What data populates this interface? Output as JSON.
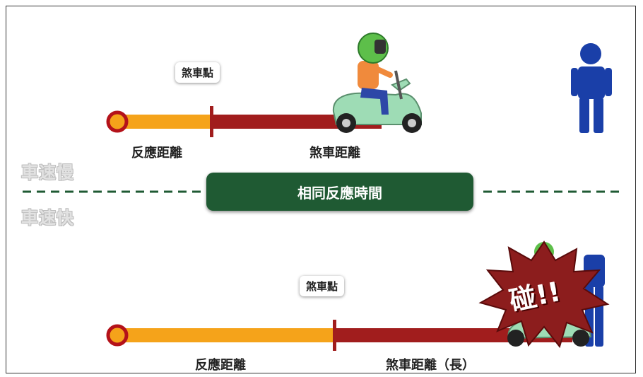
{
  "top": {
    "brake_point": "煞車點",
    "reaction_distance": "反應距離",
    "braking_distance": "煞車距離"
  },
  "speed_slow": "車速慢",
  "speed_fast": "車速快",
  "same_reaction_time": "相同反應時間",
  "bottom": {
    "brake_point": "煞車點",
    "reaction_distance": "反應距離",
    "braking_distance": "煞車距離（長）",
    "crash": "碰!!"
  },
  "colors": {
    "reaction": "#f5a31a",
    "braking": "#a11d1d",
    "pill": "#1f5a33",
    "pedestrian": "#1a3fa8"
  }
}
